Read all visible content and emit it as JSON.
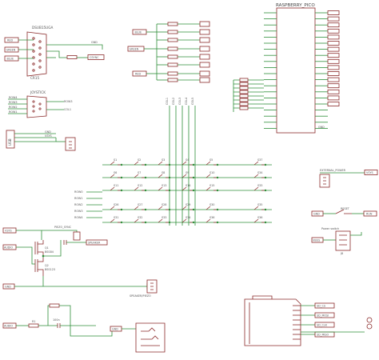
{
  "colors": {
    "wire": "#2f8f3a",
    "part": "#8a2a2a",
    "text": "#555555",
    "background": "#ffffff"
  },
  "connector_dsub": {
    "ref": "DSUB15UGA",
    "title2": "CR15",
    "port_red": "RED",
    "port_green": "GREEN",
    "port_blue": "BLUE",
    "gnd": "GND",
    "csync": "CSYNC"
  },
  "rgb_ports": {
    "blue": "BLUE",
    "green": "GREEN",
    "red": "RED"
  },
  "joystick": {
    "title": "JOYSTICK",
    "row_label_a": "ROW3",
    "row_label_b": "COL1"
  },
  "usb": {
    "title": "USB",
    "gnd": "GND",
    "vsys": "VSYS"
  },
  "pico": {
    "title": "RASPBERRY_PICO",
    "gnd": "GND"
  },
  "matrix": {
    "rows": [
      "ROW0",
      "ROW1",
      "ROW2",
      "ROW3",
      "ROW4"
    ],
    "switches_row1": [
      "S1",
      "S2",
      "S3",
      "S4",
      "S5",
      "S37"
    ],
    "switches_row2": [
      "S6",
      "S7",
      "S8",
      "S9",
      "S10",
      "S34"
    ],
    "switches_row3": [
      "S11",
      "S12",
      "S13",
      "S14",
      "S15",
      "S33"
    ],
    "switches_row4": [
      "S26",
      "S27",
      "S28",
      "S29",
      "S30",
      "S35"
    ],
    "switches_row5": [
      "S31",
      "S32",
      "S33",
      "S34",
      "S36",
      "S36"
    ]
  },
  "power": {
    "external": "EXTERNAL_POWER",
    "vsys": "VSYS",
    "reset": "RESET",
    "gnd": "GND",
    "run": "RUN",
    "switch": "Power switch",
    "sw_ref": "J8",
    "vbus": "VBUS"
  },
  "piezo": {
    "title": "PIEZO_SYNC",
    "vsys": "VSYS",
    "audio": "AUDIO",
    "gnd": "GND",
    "q1": "Q1",
    "q1_part": "BSS84",
    "q2": "Q2",
    "q2_part": "BSS123",
    "speaker": "SPEAKER",
    "speaker_conn": "SPEAKER/PIEZO"
  },
  "audio_out": {
    "audio": "AUDIO",
    "gnd": "GND",
    "r1": "R1",
    "c1": "100n"
  },
  "sd_card": {
    "pins": [
      "SD_CS",
      "SD_MOSI",
      "SD_CLK",
      "SD_MISO"
    ]
  }
}
